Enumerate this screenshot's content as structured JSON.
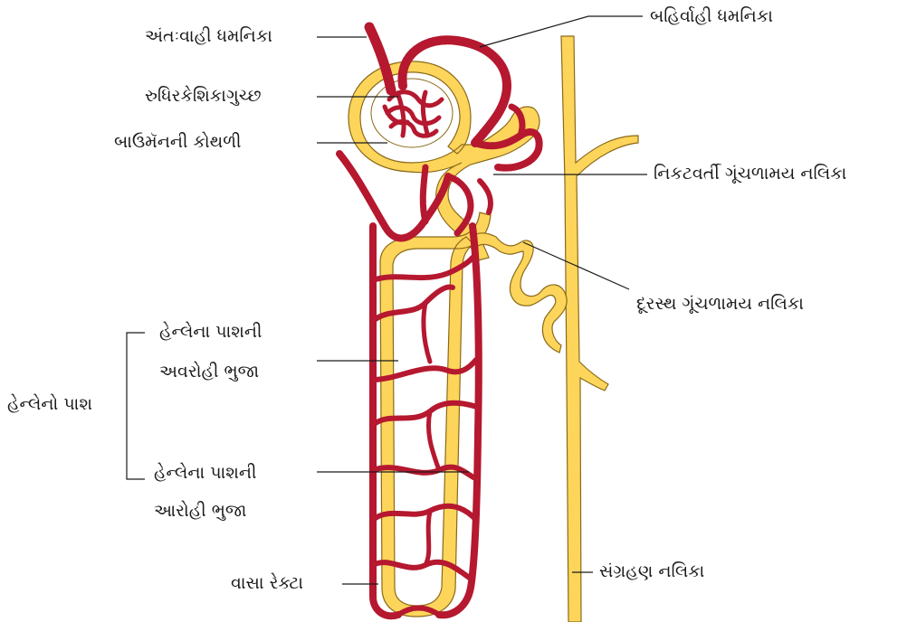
{
  "labels": {
    "afferent_arteriole": "અંતઃવાહી ધમનિકા",
    "efferent_arteriole": "બહિર્વાહી ધમનિકા",
    "glomerulus": "રુધિરકેશિકાગુચ્છ",
    "bowmans_capsule": "બાઉમૅનની કોથળી",
    "proximal_tubule": "નિકટવર્તી ગૂંચળામય નલિકા",
    "distal_tubule": "દૂરસ્થ ગૂંચળામય નલિકા",
    "loop_of_henle": "હેન્લેનો પાશ",
    "descending_limb_line1": "હેન્લેના પાશની",
    "descending_limb_line2": "અવરોહી ભુજા",
    "ascending_limb_line1": "હેન્લેના પાશની",
    "ascending_limb_line2": "આરોહી ભુજા",
    "vasa_recta": "વાસા રેક્ટા",
    "collecting_duct": "સંગ્રહણ નલિકા"
  },
  "colors": {
    "tubule_fill": "#fdd55b",
    "tubule_stroke": "#8a6a1a",
    "vessel_fill": "#b5182f",
    "vessel_stroke": "#5a0a14",
    "leader_line": "#1a1a1a"
  }
}
